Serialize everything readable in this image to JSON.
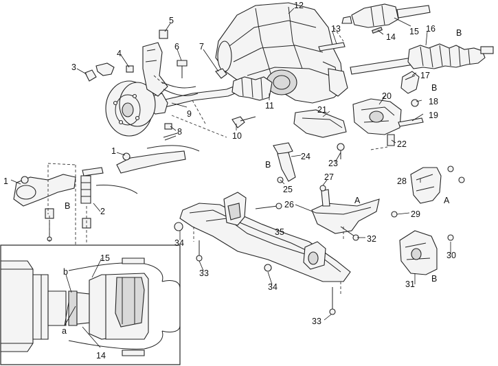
{
  "callouts": {
    "c1": "1",
    "c2": "2",
    "c3": "3",
    "c4": "4",
    "c5": "5",
    "c6": "6",
    "c7": "7",
    "c8": "8",
    "c9": "9",
    "c10": "10",
    "c11": "11",
    "c12": "12",
    "c13": "13",
    "c14": "14",
    "c15": "15",
    "c16": "16",
    "c17": "17",
    "c18": "18",
    "c19": "19",
    "c20": "20",
    "c21": "21",
    "c22": "22",
    "c23": "23",
    "c24": "24",
    "c25": "25",
    "c26": "26",
    "c27": "27",
    "c28": "28",
    "c29": "29",
    "c30": "30",
    "c31": "31",
    "c32": "32",
    "c33": "33",
    "c34": "34",
    "c35": "35"
  },
  "letters": {
    "A": "A",
    "B": "B",
    "a": "a",
    "b": "b"
  }
}
